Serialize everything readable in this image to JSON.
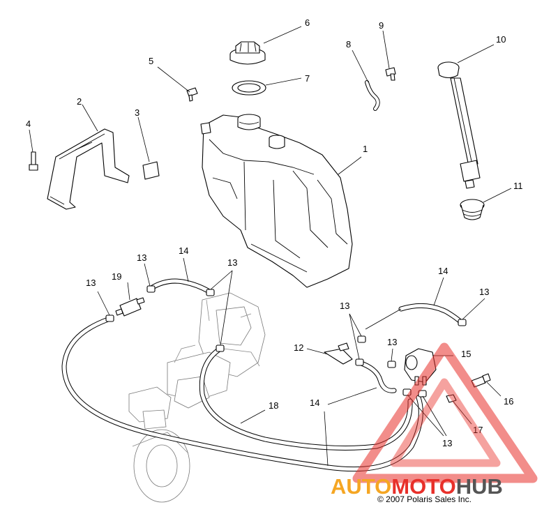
{
  "callouts": {
    "c1": "1",
    "c2": "2",
    "c3": "3",
    "c4": "4",
    "c5": "5",
    "c6": "6",
    "c7": "7",
    "c8": "8",
    "c9": "9",
    "c10": "10",
    "c11": "11",
    "c12": "12",
    "c13": "13",
    "c14": "14",
    "c15": "15",
    "c16": "16",
    "c17": "17",
    "c18": "18",
    "c19": "19"
  },
  "watermark": {
    "part1": "AUTO",
    "part2": "MOTO",
    "part3": "HUB",
    "color_orange": "#f5a623",
    "color_red": "#e8302a",
    "color_dark": "#555555"
  },
  "copyright": "© 2007 Polaris Sales Inc."
}
